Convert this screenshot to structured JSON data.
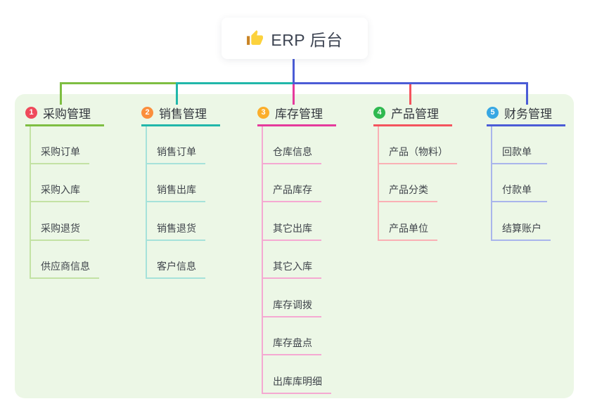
{
  "root": {
    "label": "ERP 后台",
    "icon": "thumbs-up-icon"
  },
  "colors": {
    "canvas_bg": "#ffffff",
    "panel_bg": "#ecf7e6",
    "root_line": "#4b5cd6",
    "root_text": "#3d4452",
    "header_text": "#33373e",
    "child_text": "#3f444b",
    "thumb_yellow": "#fcd23c",
    "thumb_cuff_brown": "#c98425"
  },
  "branches": [
    {
      "label": "采购管理",
      "badge": "1",
      "badge_color": "#ef4a5b",
      "line_color": "#7ebe42",
      "child_line_color": "#c3e2a4",
      "children": [
        "采购订单",
        "采购入库",
        "采购退货",
        "供应商信息"
      ]
    },
    {
      "label": "销售管理",
      "badge": "2",
      "badge_color": "#fb8e3c",
      "line_color": "#21b7aa",
      "child_line_color": "#a6e2da",
      "children": [
        "销售订单",
        "销售出库",
        "销售退货",
        "客户信息"
      ]
    },
    {
      "label": "库存管理",
      "badge": "3",
      "badge_color": "#fbae2b",
      "line_color": "#e53a9c",
      "child_line_color": "#f5a9d2",
      "children": [
        "仓库信息",
        "产品库存",
        "其它出库",
        "其它入库",
        "库存调拨",
        "库存盘点",
        "出库库明细"
      ]
    },
    {
      "label": "产品管理",
      "badge": "4",
      "badge_color": "#2fb950",
      "line_color": "#f4545e",
      "child_line_color": "#fab0b5",
      "children": [
        "产品（物料）",
        "产品分类",
        "产品单位"
      ]
    },
    {
      "label": "财务管理",
      "badge": "5",
      "badge_color": "#37a7e3",
      "line_color": "#4b5cd6",
      "child_line_color": "#a9b5ec",
      "children": [
        "回款单",
        "付款单",
        "结算账户"
      ]
    }
  ]
}
